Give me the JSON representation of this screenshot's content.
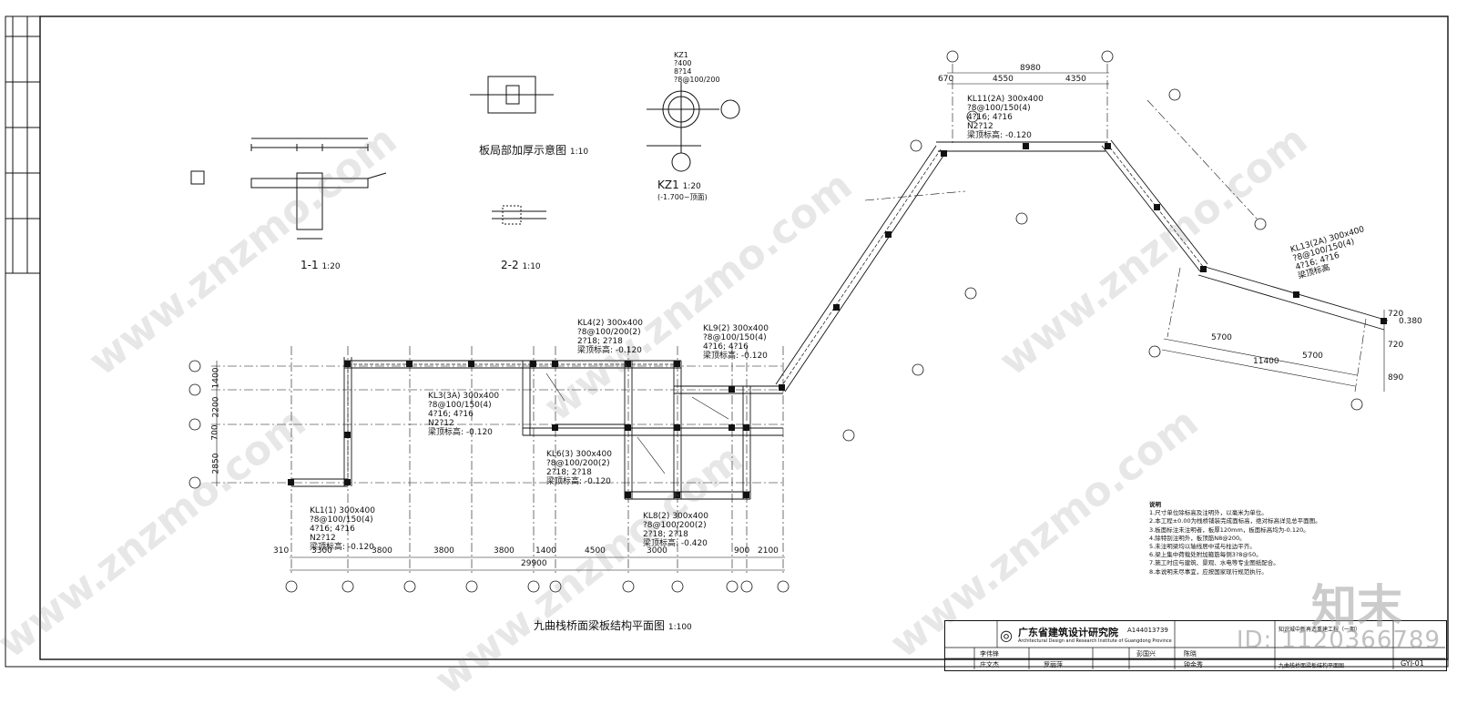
{
  "sections": {
    "s11": {
      "label": "1-1",
      "scale": "1:20"
    },
    "s22": {
      "label": "2-2",
      "scale": "1:10"
    },
    "slab": {
      "label": "板局部加厚示意图",
      "scale": "1:10"
    },
    "kz1": {
      "label": "KZ1",
      "scale": "1:20",
      "range": "(-1.700~顶面)",
      "spec": [
        "KZ1",
        "?400",
        "8?14",
        "?8@100/200"
      ]
    }
  },
  "main_plan": {
    "title": "九曲栈桥面梁板结构平面图",
    "scale": "1:100"
  },
  "dims_bottom": [
    "310",
    "3300",
    "3800",
    "3800",
    "3800",
    "1400",
    "4500",
    "3000",
    "900",
    "2100"
  ],
  "dim_total_bottom": "29900",
  "dims_left": [
    "1400",
    "2200",
    "700",
    "2850"
  ],
  "dims_top_right": [
    "670",
    "4550",
    "4350"
  ],
  "dim_total_top_right": "8980",
  "dims_right_bottom": [
    "5700",
    "5700"
  ],
  "dim_total_right_bottom": "11400",
  "dims_right_side": [
    "720",
    "720",
    "890"
  ],
  "elev_right": "0.380",
  "beams": [
    {
      "id": "KL1(1) 300x400",
      "s": "?8@100/150(4)",
      "r": "4?16; 4?16",
      "n": "N2?12",
      "e": "梁顶标高: -0.120"
    },
    {
      "id": "KL3(3A) 300x400",
      "s": "?8@100/150(4)",
      "r": "4?16; 4?16",
      "n": "N2?12",
      "e": "梁顶标高: -0.120"
    },
    {
      "id": "KL4(2) 300x400",
      "s": "?8@100/200(2)",
      "r": "2?18; 2?18",
      "n": "",
      "e": "梁顶标高: -0.120"
    },
    {
      "id": "KL9(2) 300x400",
      "s": "?8@100/150(4)",
      "r": "4?16; 4?16",
      "n": "",
      "e": "梁顶标高: -0.120"
    },
    {
      "id": "KL6(3) 300x400",
      "s": "?8@100/200(2)",
      "r": "2?18; 2?18",
      "n": "",
      "e": "梁顶标高: -0.120"
    },
    {
      "id": "KL8(2) 300x400",
      "s": "?8@100/200(2)",
      "r": "2?18; 2?18",
      "n": "",
      "e": "梁顶标高: -0.420"
    },
    {
      "id": "KL11(2A) 300x400",
      "s": "?8@100/150(4)",
      "r": "4?16; 4?16",
      "n": "N2?12",
      "e": "梁顶标高: -0.120"
    },
    {
      "id": "KL13(2A) 300x400",
      "s": "?8@100/150(4)",
      "r": "4?16; 4?16",
      "n": "",
      "e": "梁顶标高"
    }
  ],
  "notes_title": "说明",
  "notes": [
    "1.尺寸单位除标高及注明外，以毫米为单位。",
    "2.本工程±0.00为栈桥铺装完成面标高，绝对标高详见总平面图。",
    "3.板面标注未注明者，板厚120mm，板面标高均为-0.120。",
    "4.除特别注明外，板顶筋N8@200。",
    "5.未注明梁均以轴线居中或与柱边平齐。",
    "6.梁上集中荷载处附加箍筋每侧3?8@50。",
    "7.施工时应与建筑、景观、水电等专业图纸配合。",
    "8.本说明未尽事宜，应按国家现行规范执行。"
  ],
  "titleblock": {
    "institute": "广东省建筑设计研究院",
    "institute_en": "Architectural Design and Research Institute of Guangdong Province",
    "cert": "A144013739",
    "project": "知识城中新再造重建工程（一期）",
    "drawing_name": "九曲栈桥面梁板结构平面图",
    "drawing_no": "GYJ-01",
    "people": [
      "李伟锋",
      "庄文杰",
      "罗丽萍",
      "彭国兴",
      "陈晓",
      "钟金秀"
    ]
  },
  "watermark": "www.znzmo.com",
  "logo_text": "知末",
  "id_text": "ID: 1120366789"
}
